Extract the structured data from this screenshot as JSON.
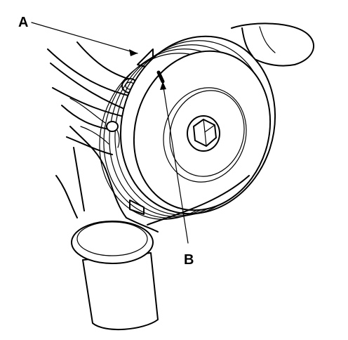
{
  "callouts": [
    {
      "id": "A",
      "label": "A"
    },
    {
      "id": "B",
      "label": "B"
    }
  ],
  "colors": {
    "ink": "#000000",
    "paper": "#ffffff"
  }
}
